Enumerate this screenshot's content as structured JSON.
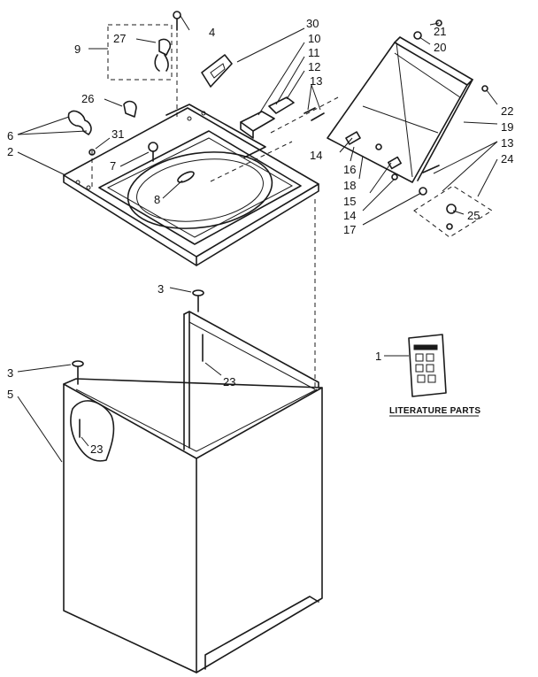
{
  "labels": {
    "p1": "1",
    "p2": "2",
    "p3a": "3",
    "p3b": "3",
    "p4": "4",
    "p5": "5",
    "p6": "6",
    "p7": "7",
    "p8": "8",
    "p9": "9",
    "p10": "10",
    "p11": "11",
    "p12": "12",
    "p13a": "13",
    "p13b": "13",
    "p14a": "14",
    "p14b": "14",
    "p15": "15",
    "p16": "16",
    "p17": "17",
    "p18": "18",
    "p19": "19",
    "p20": "20",
    "p21": "21",
    "p22": "22",
    "p23a": "23",
    "p23b": "23",
    "p24": "24",
    "p25": "25",
    "p26": "26",
    "p27": "27",
    "p30": "30",
    "p31": "31"
  },
  "caption": "LITERATURE PARTS"
}
